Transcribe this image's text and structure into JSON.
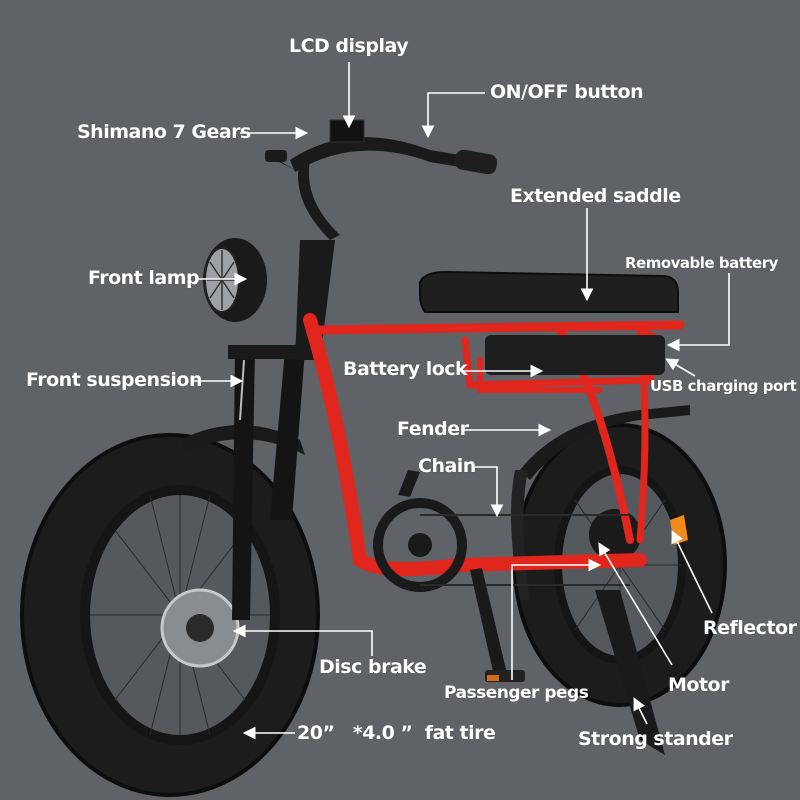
{
  "diagram": {
    "subject": "Fat tire electric bike with labeled components",
    "background_color": "#5f6266",
    "frame_color": "#e0261d",
    "label_color": "#ffffff"
  },
  "labels": {
    "lcd_display": "LCD display",
    "on_off_button": "ON/OFF button",
    "shimano_gears": "Shimano 7 Gears",
    "extended_saddle": "Extended saddle",
    "front_lamp": "Front lamp",
    "removable_battery": "Removable battery",
    "battery_lock": "Battery lock",
    "usb_charging_port": "USB charging port",
    "front_suspension": "Front suspension",
    "fender": "Fender",
    "chain": "Chain",
    "reflector": "Reflector",
    "disc_brake": "Disc brake",
    "motor": "Motor",
    "passenger_pegs": "Passenger pegs",
    "fat_tire": "20”   *4.0 ”  fat tire",
    "strong_stander": "Strong stander"
  }
}
